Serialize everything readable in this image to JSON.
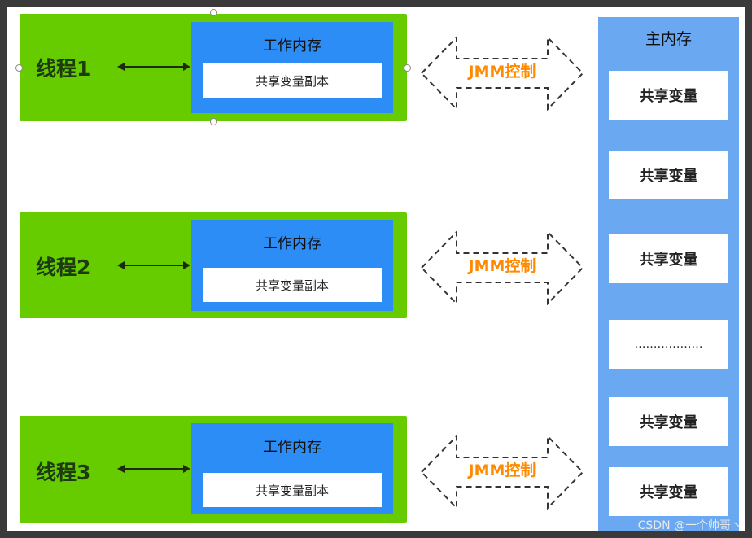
{
  "threads": [
    {
      "label": "线程1",
      "workmem_title": "工作内存",
      "copy_label": "共享变量副本"
    },
    {
      "label": "线程2",
      "workmem_title": "工作内存",
      "copy_label": "共享变量副本"
    },
    {
      "label": "线程3",
      "workmem_title": "工作内存",
      "copy_label": "共享变量副本"
    }
  ],
  "jmm_labels": [
    "JMM控制",
    "JMM控制",
    "JMM控制"
  ],
  "main_memory": {
    "title": "主内存",
    "items": [
      "共享变量",
      "共享变量",
      "共享变量",
      "………………",
      "共享变量",
      "共享变量"
    ]
  },
  "watermark": "CSDN @一个帅哥丶",
  "colors": {
    "thread_bg": "#66cc00",
    "work_memory_bg": "#2b8df5",
    "main_memory_bg": "#6aa9f2",
    "jmm_text": "#ff8a00"
  }
}
